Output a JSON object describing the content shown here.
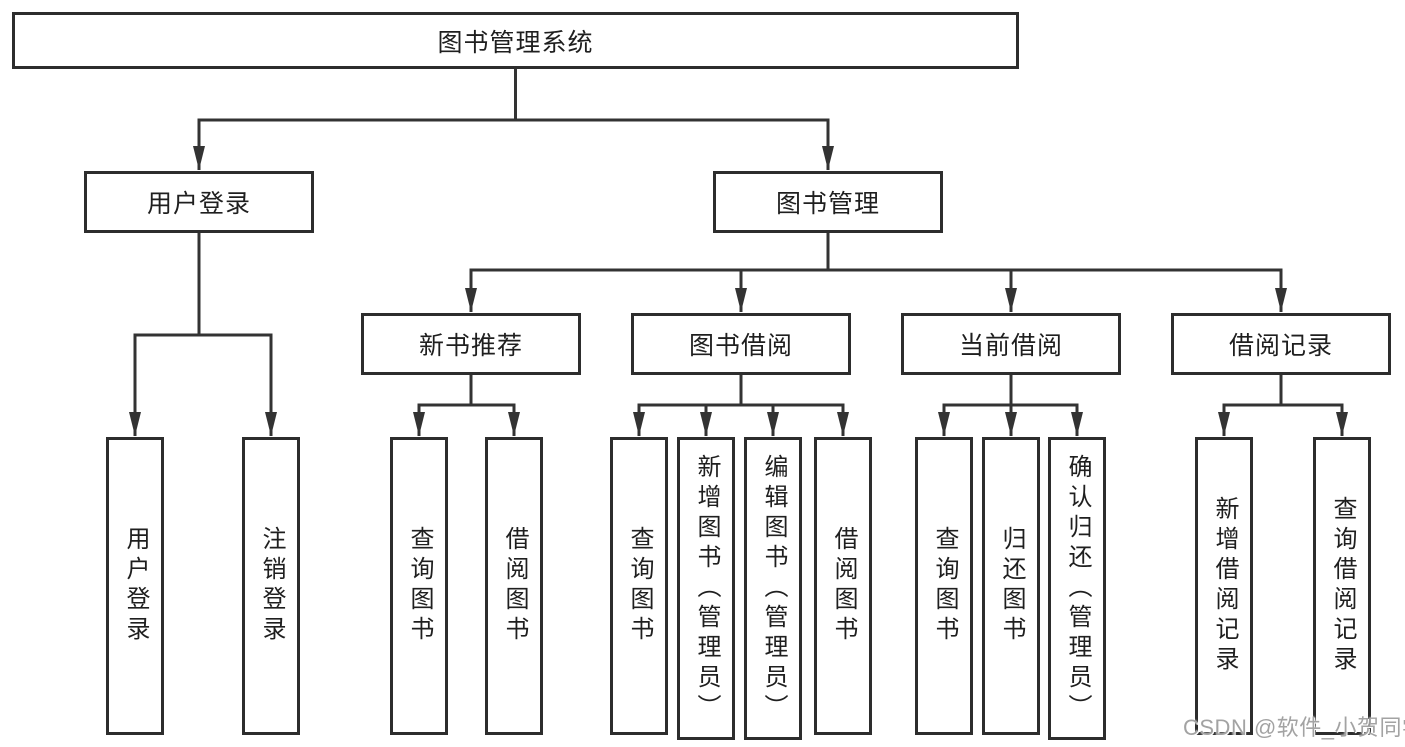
{
  "colors": {
    "background": "#ffffff",
    "line": "#333333",
    "box_border": "#2d2d2d",
    "text": "#1f1f1f",
    "watermark": "#a3a3a3"
  },
  "watermark": {
    "text": "CSDN @软件_小贺同学"
  },
  "nodes": {
    "root": {
      "label": "图书管理系统"
    },
    "user_login": {
      "label": "用户登录"
    },
    "book_management": {
      "label": "图书管理"
    },
    "new_book_recommend": {
      "label": "新书推荐"
    },
    "book_borrow": {
      "label": "图书借阅"
    },
    "current_borrow": {
      "label": "当前借阅"
    },
    "borrow_records": {
      "label": "借阅记录"
    },
    "leaf_user_login": {
      "label": "用户登录"
    },
    "leaf_logout": {
      "label": "注销登录"
    },
    "leaf_rec_query_book": {
      "label": "查询图书"
    },
    "leaf_rec_borrow_book": {
      "label": "借阅图书"
    },
    "leaf_bb_query_book": {
      "label": "查询图书"
    },
    "leaf_bb_add_book": {
      "label": "新增图书（管理员）"
    },
    "leaf_bb_edit_book": {
      "label": "编辑图书（管理员）"
    },
    "leaf_bb_borrow_book": {
      "label": "借阅图书"
    },
    "leaf_cb_query_book": {
      "label": "查询图书"
    },
    "leaf_cb_return_book": {
      "label": "归还图书"
    },
    "leaf_cb_confirm_return": {
      "label": "确认归还（管理员）"
    },
    "leaf_br_add_record": {
      "label": "新增借阅记录"
    },
    "leaf_br_query_record": {
      "label": "查询借阅记录"
    }
  }
}
